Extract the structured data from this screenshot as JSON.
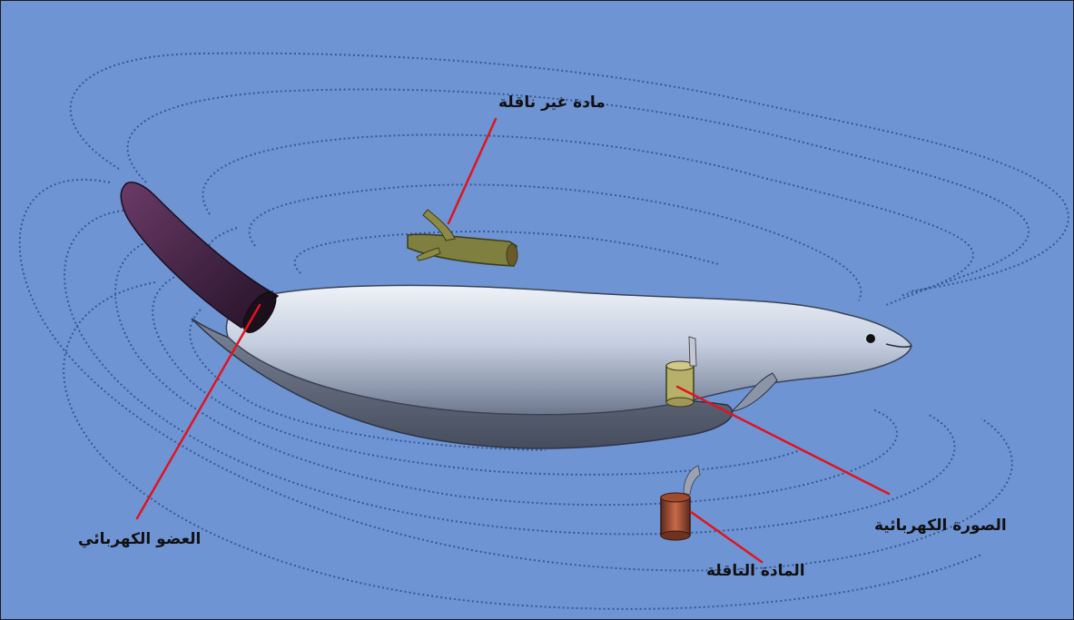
{
  "diagram": {
    "labels": {
      "non_conductor": "مادة غير ناقلة",
      "electric_organ": "العضو الكهربائي",
      "electric_image": "الصورة الكهربائية",
      "conductor": "المادة الناقلة"
    },
    "colors": {
      "background": "#6e94d4",
      "field_lines": "#2f4f86",
      "leader_lines": "#e0141e",
      "fish_body": "#c9d3e6",
      "tail_organ": "#3a1f3c"
    }
  }
}
